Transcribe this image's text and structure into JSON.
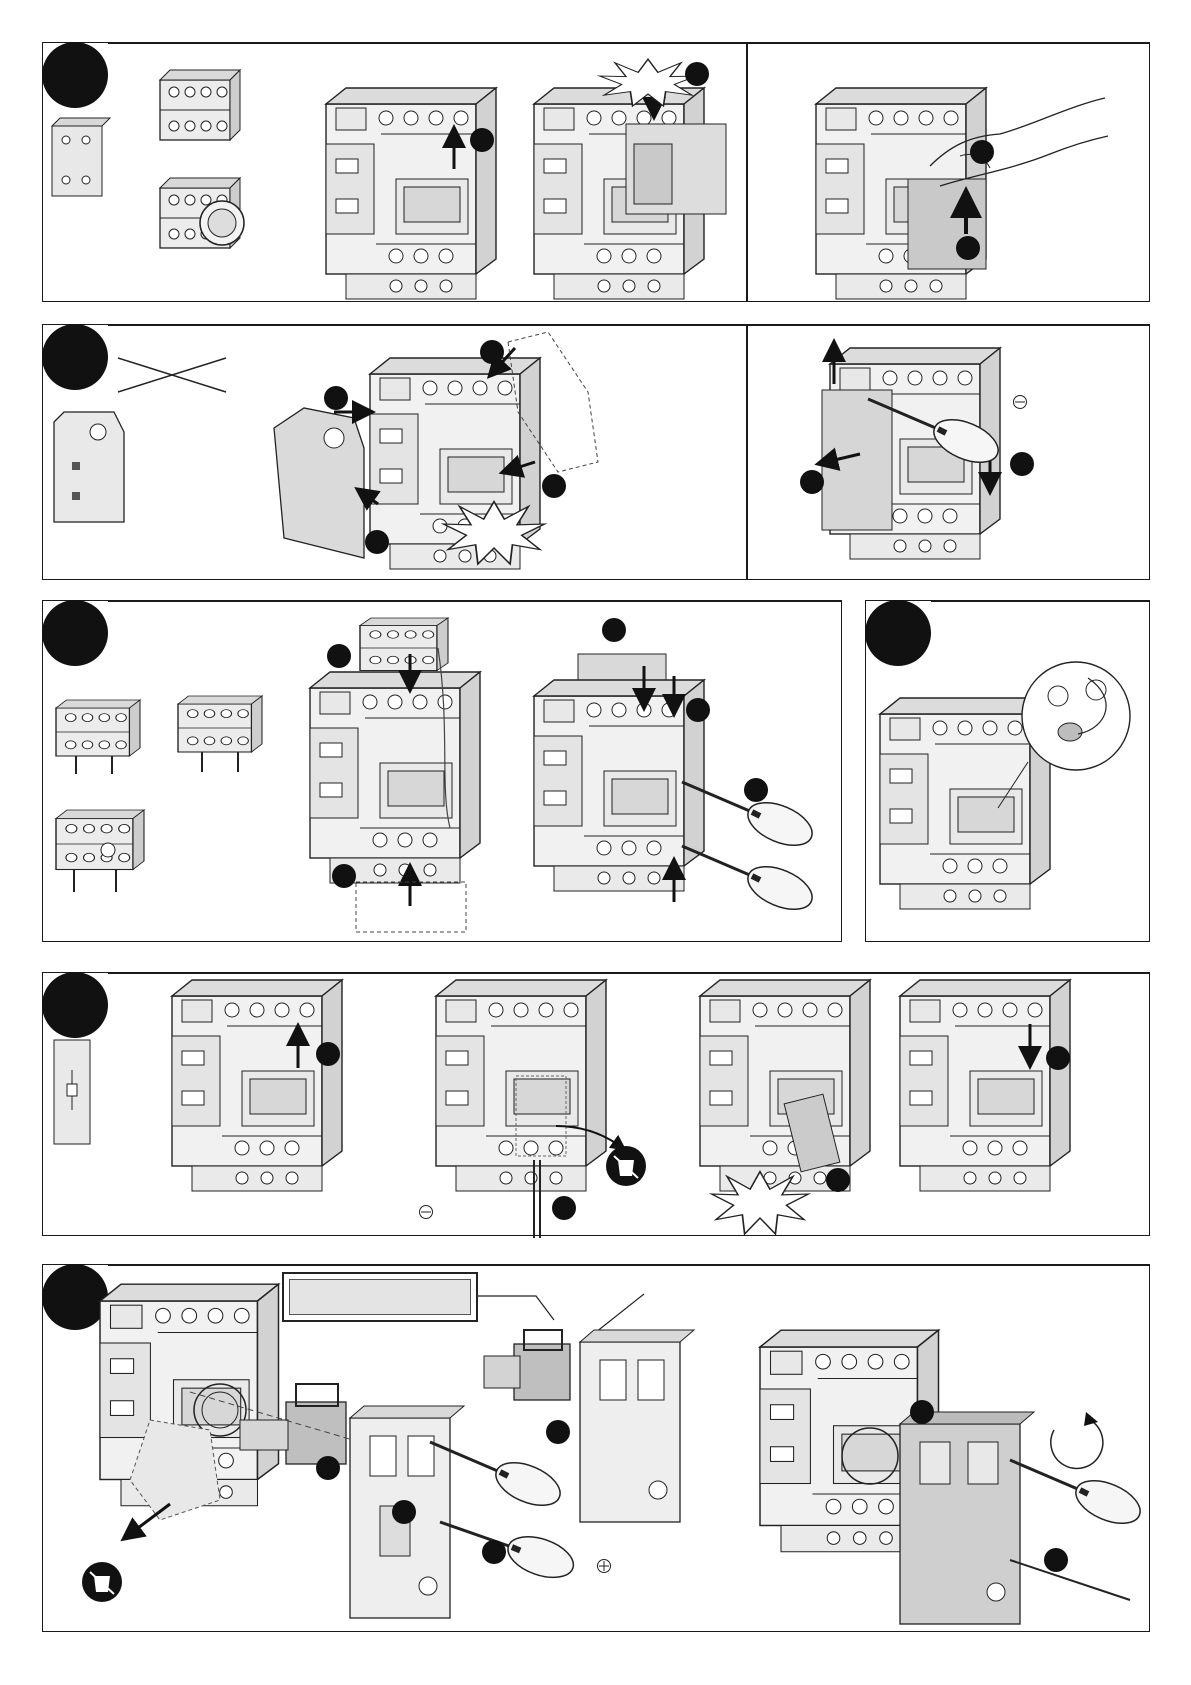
{
  "page": {
    "type": "installation-instruction-sheet",
    "steps": [
      {
        "id": "step-1",
        "has_number_text": false
      },
      {
        "id": "step-2",
        "has_number_text": false
      },
      {
        "id": "step-3",
        "has_number_text": false
      },
      {
        "id": "step-4",
        "has_number_text": false
      },
      {
        "id": "step-5",
        "has_number_text": false
      },
      {
        "id": "step-6",
        "has_number_text": false
      }
    ]
  },
  "icons": {
    "step_marker": "filled-circle-icon",
    "action_arrow": "arrow-icon",
    "impact": "click-burst-icon",
    "screwdriver": "flat-screwdriver-icon",
    "recycle": "recycle-bin-icon",
    "rotate": "rotate-clockwise-icon",
    "prohibited": "cross-out-icon",
    "flat_head": "flat-head-symbol-icon",
    "cross_head": "cross-head-symbol-icon"
  },
  "colors": {
    "ink": "#111111",
    "line": "#1a1a1a",
    "part_fill": "#e6e6e6",
    "part_shade": "#cfcfcf",
    "callout_fill": "#e4e4e4"
  }
}
